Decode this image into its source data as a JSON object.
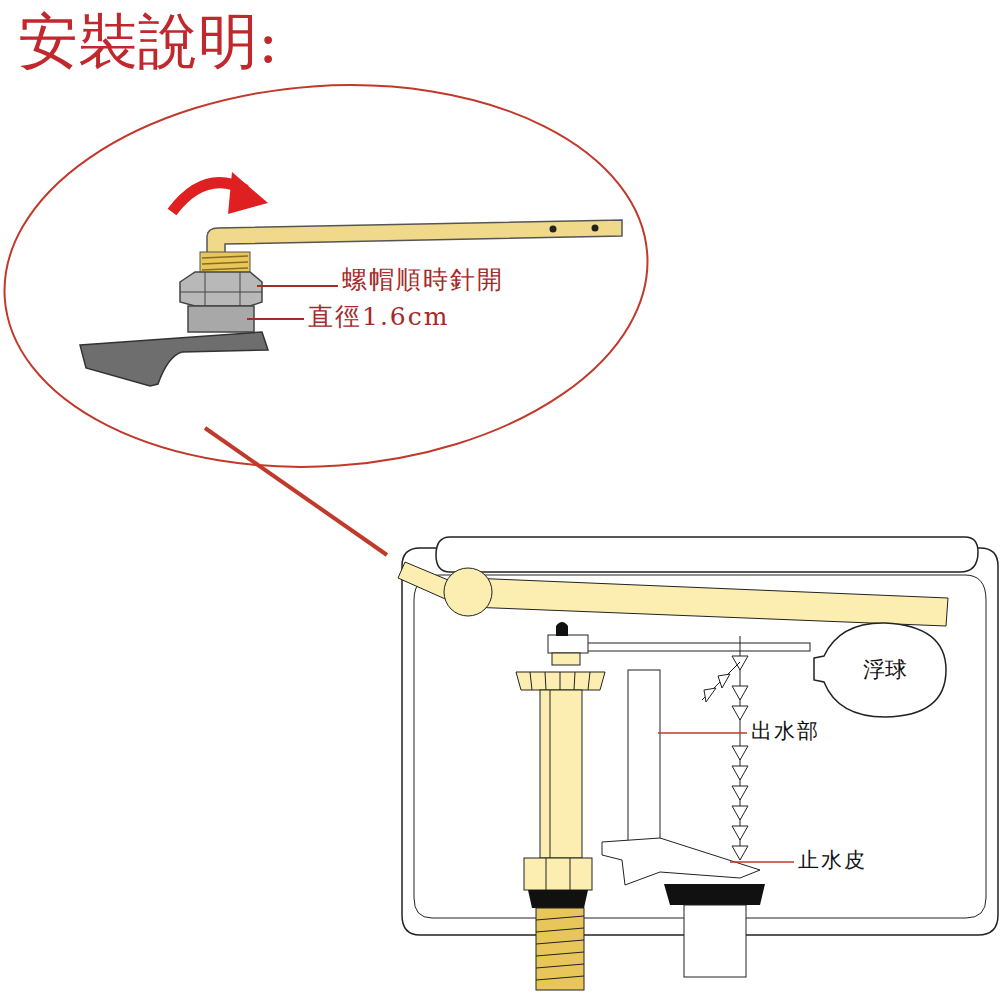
{
  "diagram": {
    "title": "安裝說明:",
    "nodes": [
      {
        "text": [
          "浮球"
        ]
      }
    ],
    "labels": [
      "螺帽順時針開",
      "直徑1.6cm",
      "出水部",
      "止水皮"
    ]
  }
}
